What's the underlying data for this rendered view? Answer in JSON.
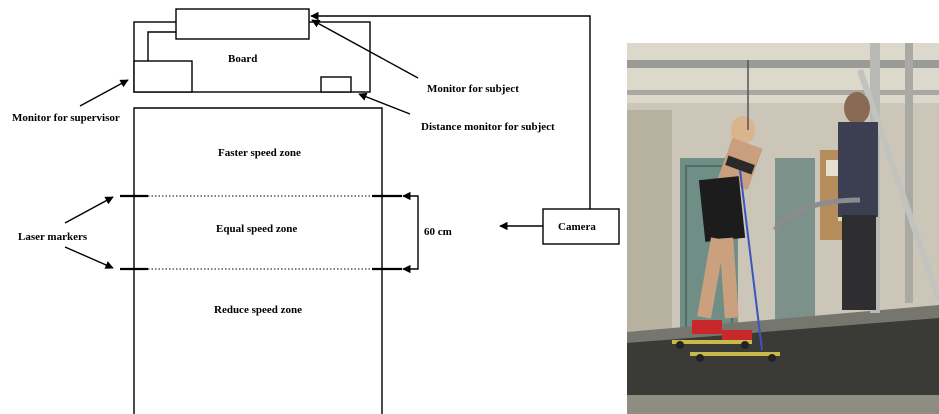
{
  "diagram": {
    "labels": {
      "board": "Board",
      "monitor_subject": "Monitor for subject",
      "monitor_supervisor": "Monitor for supervisor",
      "distance_monitor": "Distance monitor for subject",
      "faster_zone": "Faster speed zone",
      "equal_zone": "Equal speed zone",
      "reduce_zone": "Reduce speed zone",
      "laser_markers": "Laser markers",
      "distance": "60 cm",
      "camera": "Camera"
    }
  },
  "photo": {
    "description_icon": "photo-of-skier-on-treadmill"
  },
  "colors": {
    "line": "#000000",
    "wall": "#cfcbc0",
    "door": "#6f8f86",
    "treadmill": "#3a3a37"
  }
}
